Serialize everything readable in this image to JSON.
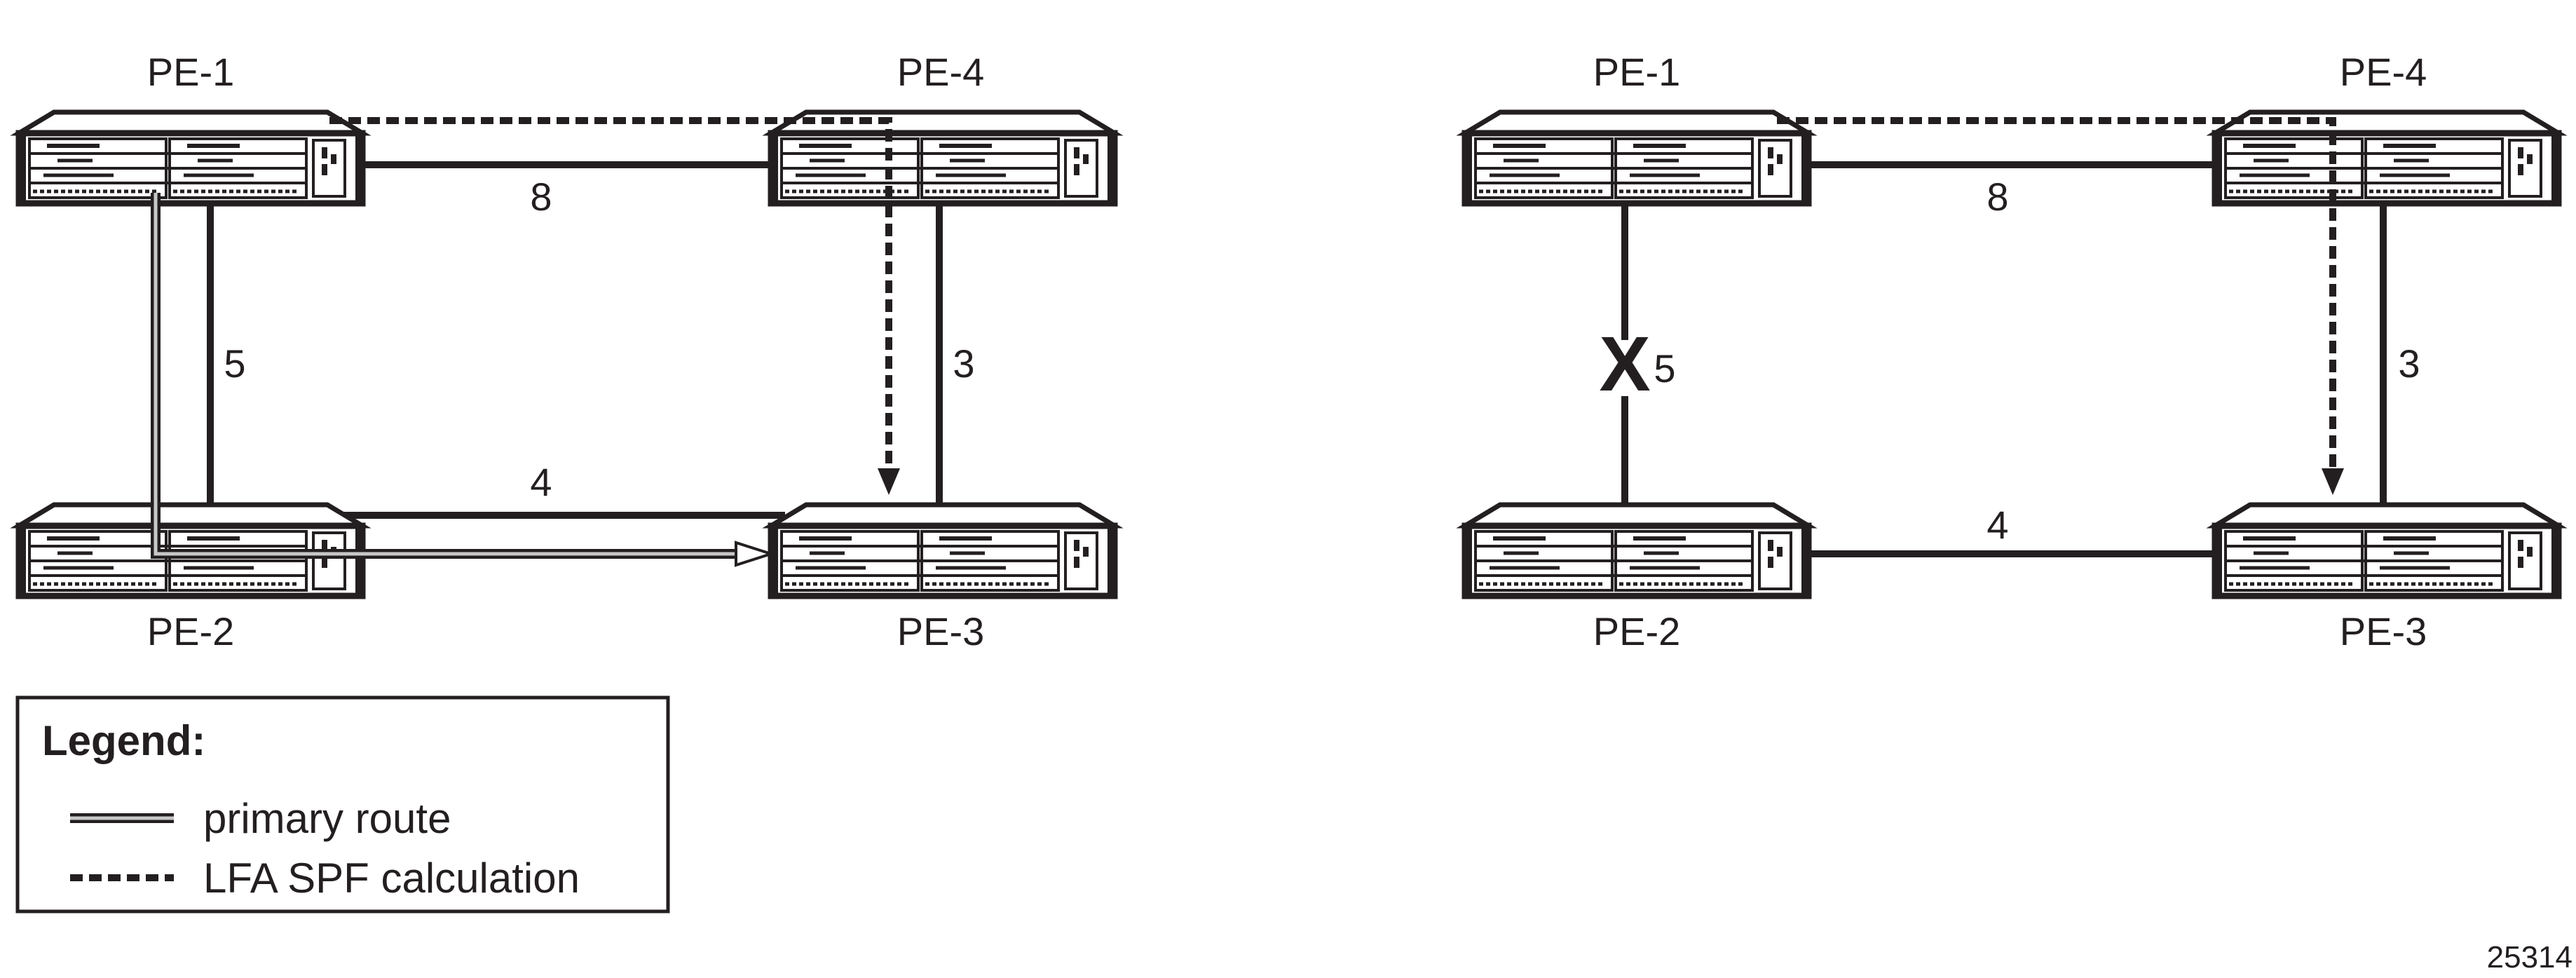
{
  "figure_id": "25314",
  "nodes": {
    "pe1": "PE-1",
    "pe2": "PE-2",
    "pe3": "PE-3",
    "pe4": "PE-4"
  },
  "diagrams": [
    {
      "links": [
        {
          "from": "PE-1",
          "to": "PE-4",
          "metric": "8"
        },
        {
          "from": "PE-1",
          "to": "PE-2",
          "metric": "5"
        },
        {
          "from": "PE-4",
          "to": "PE-3",
          "metric": "3"
        },
        {
          "from": "PE-2",
          "to": "PE-3",
          "metric": "4"
        }
      ],
      "primary_route": [
        "PE-1",
        "PE-2",
        "PE-3"
      ],
      "lfa_spf_path": [
        "PE-1",
        "PE-4",
        "PE-3"
      ]
    },
    {
      "failed_link_marker": "X",
      "links": [
        {
          "from": "PE-1",
          "to": "PE-4",
          "metric": "8"
        },
        {
          "from": "PE-1",
          "to": "PE-2",
          "metric": "5",
          "failed": true
        },
        {
          "from": "PE-4",
          "to": "PE-3",
          "metric": "3"
        },
        {
          "from": "PE-2",
          "to": "PE-3",
          "metric": "4"
        }
      ],
      "lfa_spf_path": [
        "PE-1",
        "PE-4",
        "PE-3"
      ]
    }
  ],
  "legend": {
    "title": "Legend:",
    "items": [
      {
        "style": "double-line",
        "label": "primary route"
      },
      {
        "style": "dashed-line",
        "label": "LFA SPF calculation"
      }
    ]
  },
  "colors": {
    "line": "#231f20",
    "background": "#ffffff",
    "route_fill": "#c8c8c8"
  },
  "icons": {
    "router": "router-chassis-icon",
    "arrow": "arrowhead-icon",
    "failure": "x-mark"
  }
}
